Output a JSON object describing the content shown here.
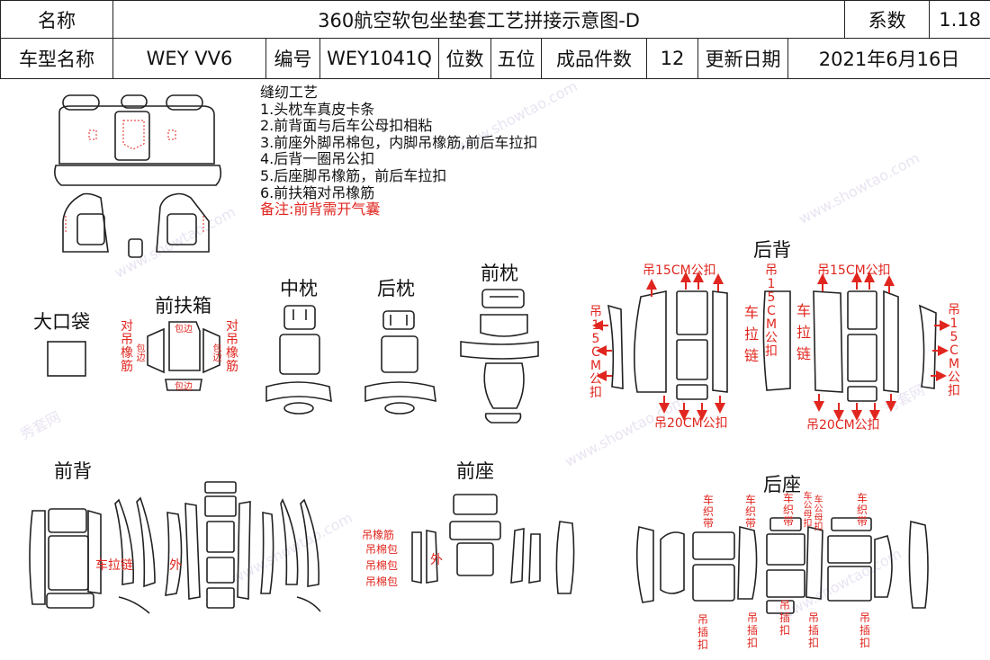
{
  "header": {
    "name_label": "名称",
    "name_value": "360航空软包坐垫套工艺拼接示意图-D",
    "coef_label": "系数",
    "coef_value": "1.18",
    "model_label": "车型名称",
    "model_value": "WEY VV6",
    "code_label": "编号",
    "code_value": "WEY1041Q",
    "seats_label": "位数",
    "seats_value": "五位",
    "pieces_label": "成品件数",
    "pieces_value": "12",
    "date_label": "更新日期",
    "date_value": "2021年6月16日"
  },
  "notes": {
    "title": "缝纫工艺",
    "items": [
      "1.头枕车真皮卡条",
      "2.前背面与后车公母扣相粘",
      "3.前座外脚吊棉包，内脚吊橡筋,前后车拉扣",
      "4.后背一圈吊公扣",
      "5.后座脚吊橡筋，前后车拉扣",
      "6.前扶箱对吊橡筋"
    ],
    "remark": "备注:前背需开气囊"
  },
  "sections": {
    "big_pocket": "大口袋",
    "front_armrest": "前扶箱",
    "middle_pillow": "中枕",
    "rear_pillow": "后枕",
    "front_pillow": "前枕",
    "rear_back": "后背",
    "front_back": "前背",
    "front_seat": "前座",
    "rear_seat": "后座"
  },
  "annotations": {
    "hang_elastic": "对吊橡筋",
    "binding": "包边",
    "hang_15cm": "吊15CM公扣",
    "hang_20cm": "吊20CM公扣",
    "zipper": "车拉链",
    "pull_zipper": "车拉链",
    "outer": "外",
    "hang_elastic_short": "吊橡筋",
    "hang_cotton": "吊棉包",
    "woven_belt": "车织带",
    "male_buckle": "车公母扣",
    "hang_clip": "吊插扣"
  },
  "watermark": {
    "text_cn": "秀套网",
    "text_en": "www.showtao.com"
  },
  "colors": {
    "accent_red": "#e0261f",
    "line": "#222222",
    "watermark": "#d8cfe8"
  }
}
